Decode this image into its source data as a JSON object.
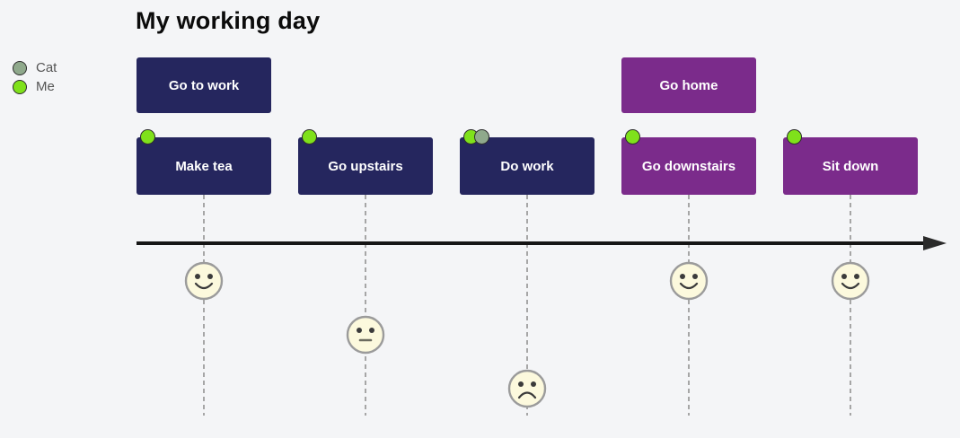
{
  "diagram": {
    "type": "user-journey-timeline",
    "title": "My working day",
    "legend": {
      "actors": [
        {
          "name": "Cat",
          "color": "#8fa98c"
        },
        {
          "name": "Me",
          "color": "#7fe11b"
        }
      ]
    },
    "sections": [
      {
        "label": "Go to work",
        "color": "#25265e"
      },
      {
        "label": "Go home",
        "color": "#7b2b8b"
      }
    ],
    "tasks": [
      {
        "label": "Make tea",
        "section": "Go to work",
        "actors": [
          "Me"
        ],
        "score": 5,
        "mood": "happy"
      },
      {
        "label": "Go upstairs",
        "section": "Go to work",
        "actors": [
          "Me"
        ],
        "score": 3,
        "mood": "neutral"
      },
      {
        "label": "Do work",
        "section": "Go to work",
        "actors": [
          "Me",
          "Cat"
        ],
        "score": 1,
        "mood": "sad"
      },
      {
        "label": "Go downstairs",
        "section": "Go home",
        "actors": [
          "Me"
        ],
        "score": 5,
        "mood": "happy"
      },
      {
        "label": "Sit down",
        "section": "Go home",
        "actors": [
          "Me"
        ],
        "score": 5,
        "mood": "happy"
      }
    ],
    "axis": {
      "direction": "left-to-right",
      "color": "#161616"
    },
    "colors": {
      "background": "#f4f5f7",
      "section_navy": "#25265e",
      "section_purple": "#7b2b8b",
      "actor_cat": "#8fa98c",
      "actor_me": "#7fe11b",
      "face_fill": "#fcf9dd",
      "face_stroke": "#9b9b9b",
      "grid_line": "#a6a6a6",
      "task_text": "#ffffff",
      "title_text": "#0b0b0b",
      "legend_text": "#555555"
    }
  }
}
